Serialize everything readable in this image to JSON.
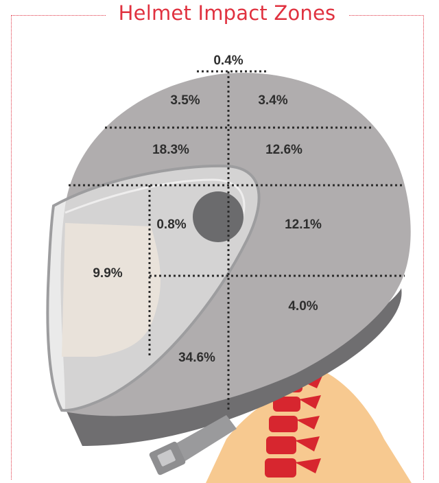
{
  "title": "Helmet Impact Zones",
  "zones": {
    "crown": "0.4%",
    "top_rear": "3.5%",
    "top_front": "3.4%",
    "upper_rear": "18.3%",
    "upper_front": "12.6%",
    "visor_upper": "0.8%",
    "side_rear": "12.1%",
    "face": "9.9%",
    "lower_rear": "4.0%",
    "chin_bar": "34.6%"
  },
  "colors": {
    "accent": "#e0313f",
    "helmet_shell": "#b0adae",
    "helmet_band": "#6f6e70",
    "visor": "#dcdcdc",
    "skin": "#fce2c4",
    "neck": "#f7c990",
    "spine": "#d7262f",
    "ear_spot": "#6b6b6d"
  }
}
